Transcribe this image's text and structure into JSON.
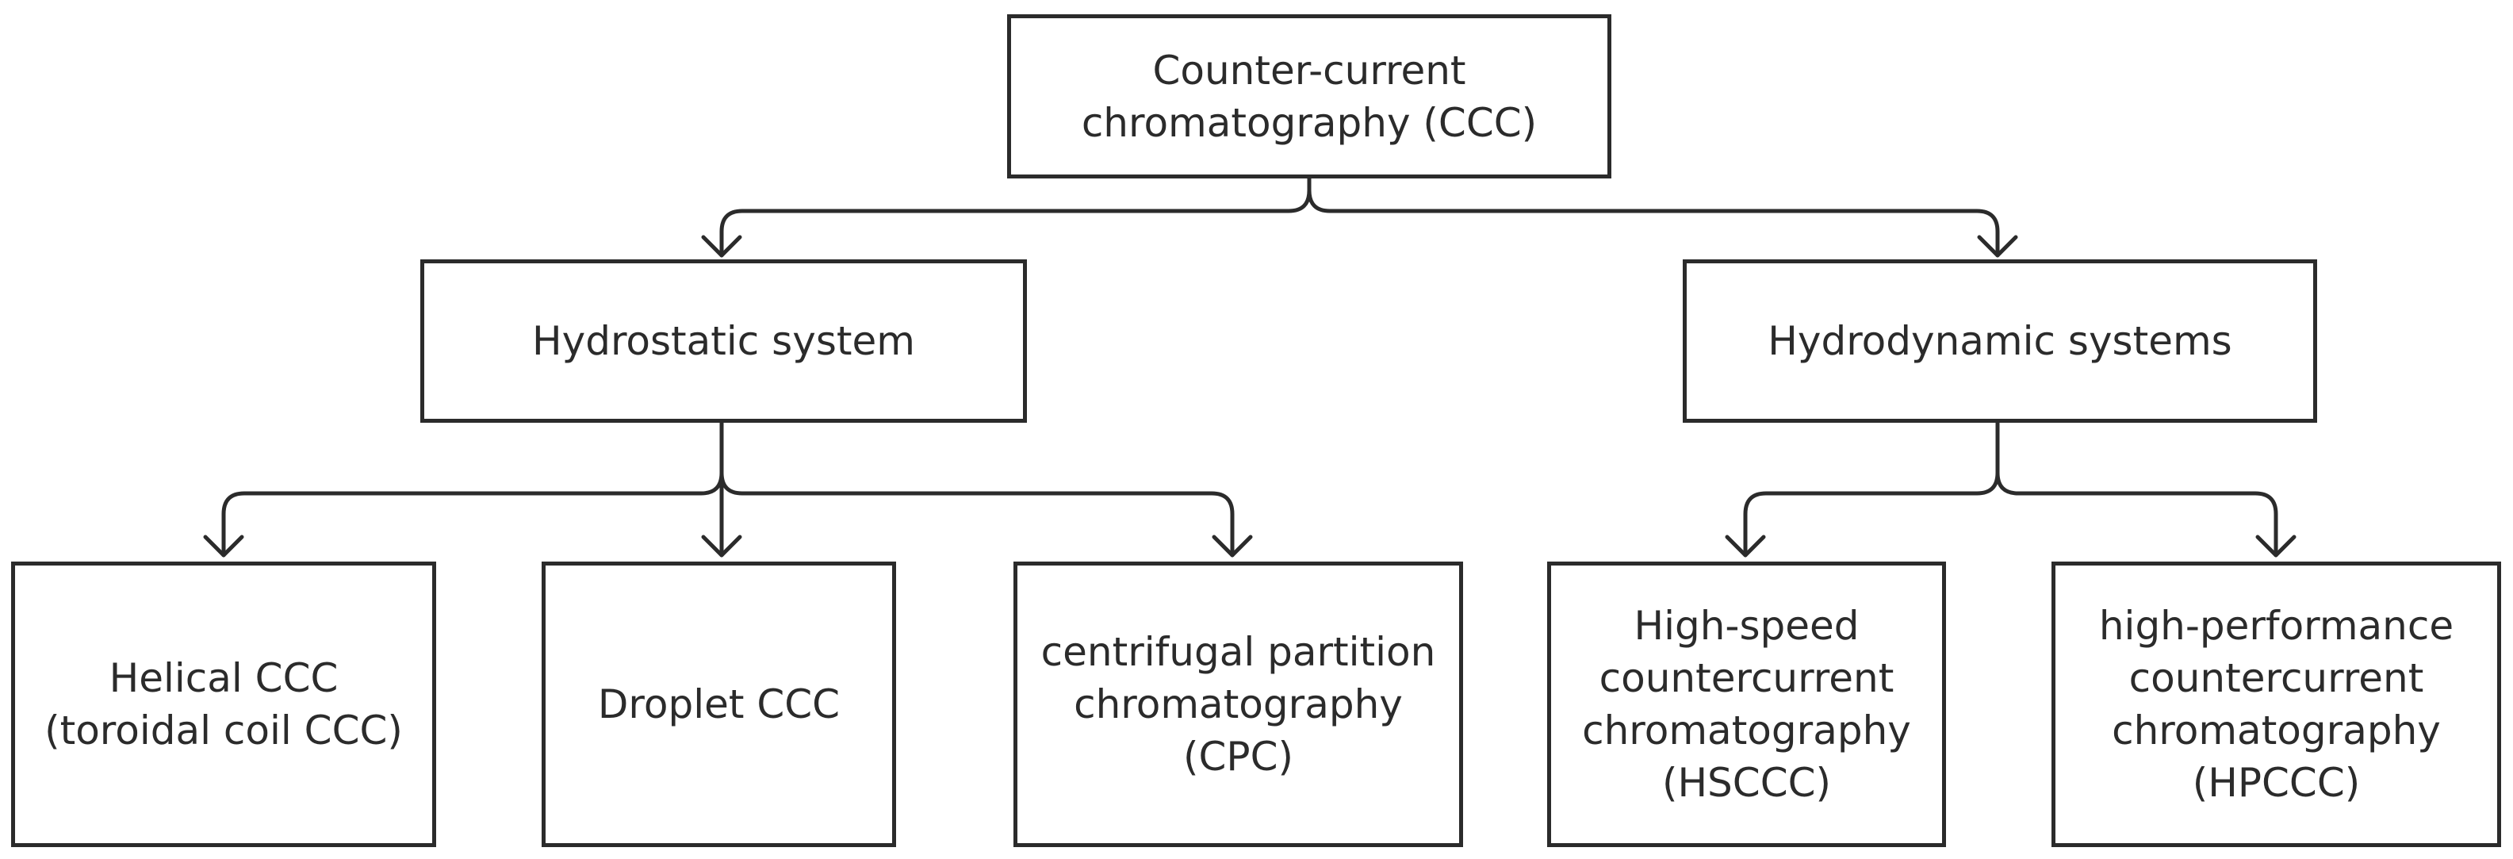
{
  "nodes": {
    "root": [
      "Counter-current",
      "chromatography (CCC)"
    ],
    "hydrostatic": [
      "Hydrostatic system"
    ],
    "hydrodynamic": [
      "Hydrodynamic systems"
    ],
    "helical": [
      "Helical CCC",
      "(toroidal coil CCC)"
    ],
    "droplet": [
      "Droplet CCC"
    ],
    "cpc": [
      "centrifugal partition",
      "chromatography",
      "(CPC)"
    ],
    "hsccc": [
      "High-speed",
      "countercurrent",
      "chromatography",
      "(HSCCC)"
    ],
    "hpccc": [
      "high-performance",
      "countercurrent",
      "chromatography",
      "(HPCCC)"
    ]
  },
  "edges": [
    [
      "root",
      "hydrostatic"
    ],
    [
      "root",
      "hydrodynamic"
    ],
    [
      "hydrostatic",
      "helical"
    ],
    [
      "hydrostatic",
      "droplet"
    ],
    [
      "hydrostatic",
      "cpc"
    ],
    [
      "hydrodynamic",
      "hsccc"
    ],
    [
      "hydrodynamic",
      "hpccc"
    ]
  ],
  "colors": {
    "stroke": "#2b2b2b",
    "background": "#ffffff"
  }
}
